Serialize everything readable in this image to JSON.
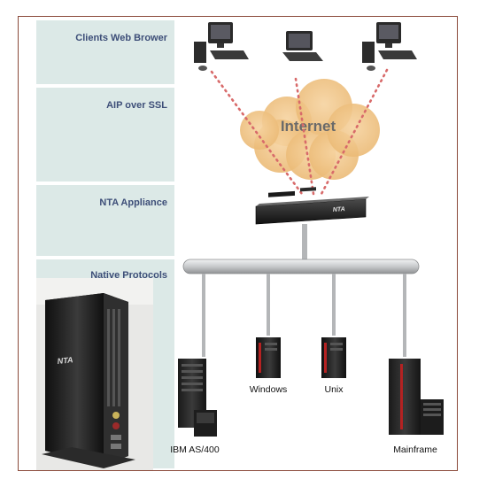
{
  "sidebar": {
    "bands": [
      {
        "label": "Clients Web Brower"
      },
      {
        "label": "AIP over SSL"
      },
      {
        "label": "NTA Appliance"
      },
      {
        "label": "Native Protocols"
      }
    ],
    "band_color": "#dce9e7",
    "label_color": "#3d4e78"
  },
  "diagram": {
    "cloud_label": "Internet",
    "appliance_brand": "NTA",
    "product_brand": "NTA",
    "servers": [
      {
        "label": "IBM AS/400"
      },
      {
        "label": "Windows"
      },
      {
        "label": "Unix"
      },
      {
        "label": "Mainframe"
      }
    ],
    "colors": {
      "cloud": "#f2c585",
      "link": "#d86a6a",
      "bus": "#c7c9cb",
      "frame": "#8a4a3a"
    }
  }
}
